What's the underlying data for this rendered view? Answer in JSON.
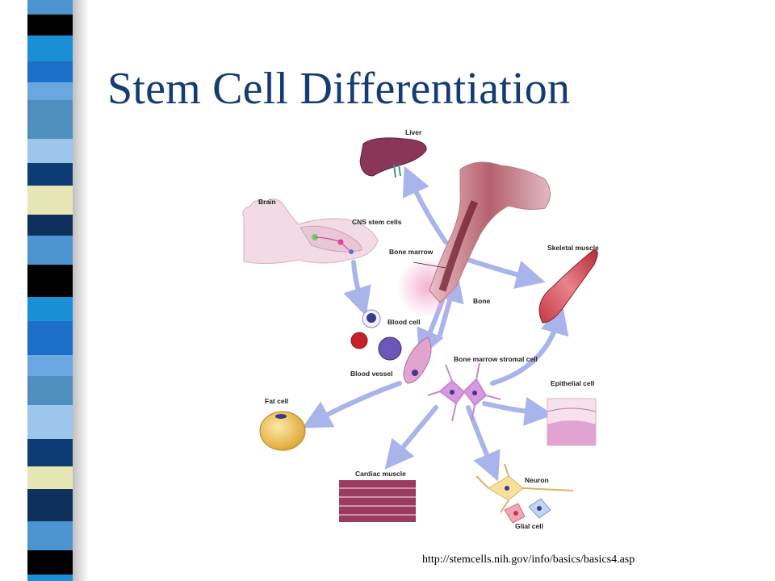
{
  "slide": {
    "title": "Stem Cell Differentiation",
    "source_url": "http://stemcells.nih.gov/info/basics/basics4.asp"
  },
  "colors": {
    "title": "#123c73",
    "arrow": "#a9b4ea",
    "stripes": [
      "#1c6fc7",
      "#4c94cf",
      "#0d3b73",
      "#6aa6e0",
      "#000000",
      "#e7e6b5",
      "#4e8fbf",
      "#1a8fd6",
      "#0f2f5c",
      "#9cc6ec"
    ]
  },
  "diagram": {
    "labels": {
      "liver": "Liver",
      "brain": "Brain",
      "cns_stem_cells": "CNS stem cells",
      "bone_marrow": "Bone marrow",
      "skeletal_muscle": "Skeletal muscle",
      "bone": "Bone",
      "blood_cell": "Blood cell",
      "blood_vessel": "Blood vessel",
      "stromal_cell": "Bone marrow stromal cell",
      "epithelial_cell": "Epithelial cell",
      "fat_cell": "Fat cell",
      "cardiac_muscle": "Cardiac muscle",
      "neuron": "Neuron",
      "glial_cell": "Glial cell"
    }
  }
}
